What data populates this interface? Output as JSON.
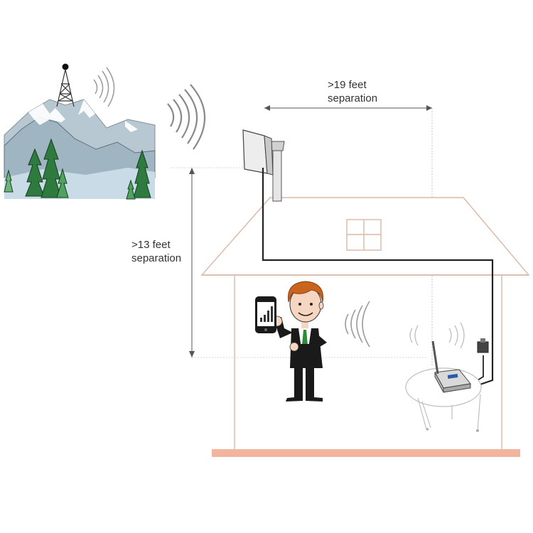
{
  "labels": {
    "horizontal_line1": ">19 feet",
    "horizontal_line2": "separation",
    "vertical_line1": ">13 feet",
    "vertical_line2": "separation"
  },
  "colors": {
    "house_outline": "#d9b8a8",
    "floor": "#f2b49c",
    "cable": "#222222",
    "dimension_line": "#555555",
    "mountain_fill": "#aec3d0",
    "sky_fill": "#d7e7f0",
    "tree_fill": "#2f7a3e",
    "suit": "#1a1a1a",
    "hair": "#c8641e",
    "tie": "#2e8b3a"
  },
  "icons": [
    "cell-tower-icon",
    "outdoor-antenna-icon",
    "indoor-antenna-icon",
    "booster-unit-icon",
    "power-adapter-icon",
    "smartphone-icon",
    "signal-waves-icon",
    "window-icon",
    "table-icon",
    "person-icon"
  ]
}
